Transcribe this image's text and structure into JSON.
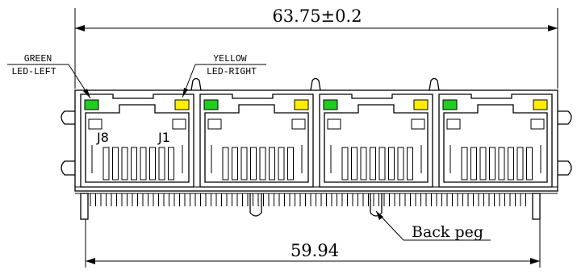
{
  "dimensions": {
    "overall_width": "63.75±0.2",
    "pin_span": "59.94"
  },
  "leds": {
    "left_label_top": "GREEN",
    "left_label_bottom": "LED-LEFT",
    "right_label_top": "YELLOW",
    "right_label_bottom": "LED-RIGHT",
    "green_color": "#22cc22",
    "yellow_color": "#ffee00"
  },
  "port_labels": {
    "j8": "J8",
    "j1": "J1"
  },
  "callouts": {
    "back_peg": "Back peg"
  },
  "port_count": 4
}
